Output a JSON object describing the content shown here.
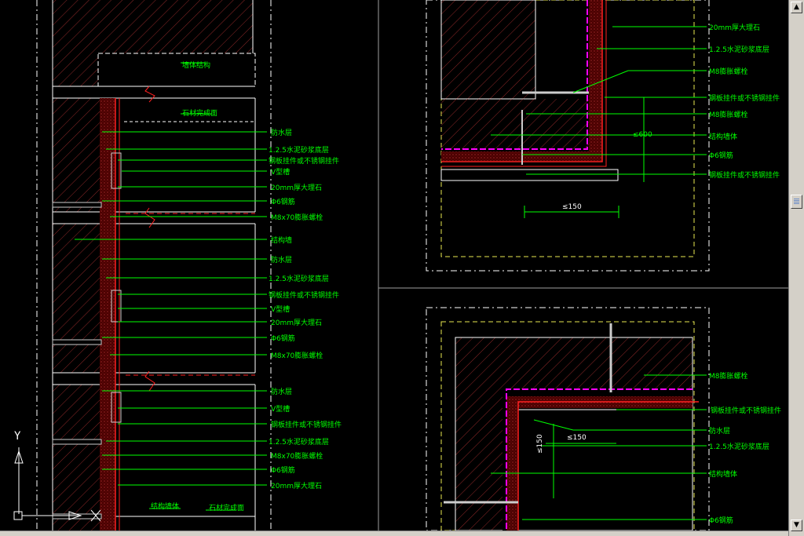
{
  "colors": {
    "green": "#00ff00",
    "white": "#ffffff",
    "yellow": "#e8e850",
    "red": "#ff2020",
    "magenta": "#ff00ff",
    "gray": "#a0a0a0"
  },
  "left_detail": {
    "top_labels": [
      {
        "text": "墙体结构"
      },
      {
        "text": "石材完成面"
      }
    ],
    "group1": [
      "防水层",
      "1.2.5水泥砂浆底层",
      "钢板挂件或不锈钢挂件",
      "V型槽",
      "20mm厚大理石",
      "Φ6钢筋",
      "M8x70膨胀螺栓"
    ],
    "group2": [
      "结构墙",
      "防水层",
      "1.2.5水泥砂浆底层",
      "钢板挂件或不锈钢挂件",
      "V型槽",
      "20mm厚大理石",
      "Φ6钢筋",
      "M8x70膨胀螺栓"
    ],
    "group3": [
      "防水层",
      "V型槽",
      "钢板挂件或不锈钢挂件",
      "1.2.5水泥砂浆底层",
      "M8x70膨胀螺栓",
      "Φ6钢筋",
      "20mm厚大理石"
    ],
    "bottom_labels": [
      "结构墙体",
      "石材完成面"
    ]
  },
  "top_right_detail": {
    "labels": [
      "20mm厚大理石",
      "1.2.5水泥砂浆底层",
      "M8膨胀螺栓",
      "钢板挂件或不锈钢挂件",
      "M8膨胀螺栓",
      "≤600",
      "结构墙体",
      "Φ6钢筋",
      "钢板挂件或不锈钢挂件"
    ],
    "dim": "≤150"
  },
  "bottom_right_detail": {
    "labels": [
      "M8膨胀螺栓",
      "钢板挂件或不锈钢挂件",
      "防水层",
      "1.2.5水泥砂浆底层",
      "结构墙体",
      "Φ6钢筋"
    ],
    "dim_h": "≤150",
    "dim_v": "≤150"
  },
  "ucs": {
    "y": "Y",
    "x": "X"
  },
  "scrollbar": {
    "up": "▲",
    "down": "▼"
  }
}
